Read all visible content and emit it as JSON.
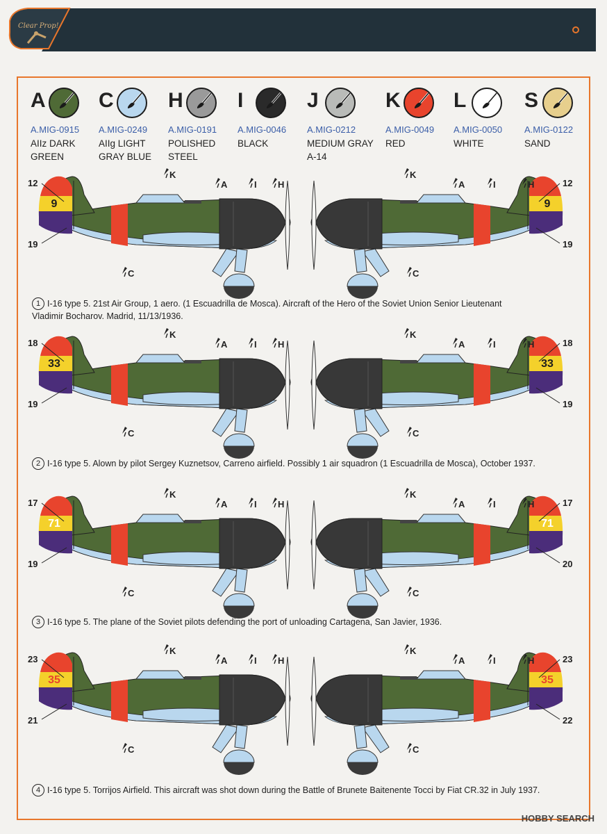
{
  "header": {
    "logo_text": "Clear Prop!"
  },
  "colors": {
    "frame": "#e8762b",
    "header_bg": "#22313a",
    "code_text": "#3b5ea8",
    "green": "#4f6a36",
    "light_blue": "#b9d7ee",
    "steel": "#9a9a9a",
    "black": "#2a2a2a",
    "gray": "#b9bbb8",
    "red": "#e8442d",
    "white": "#ffffff",
    "sand": "#e7cf8d",
    "yellow": "#f4d12b",
    "purple": "#4b2d7a"
  },
  "swatches": [
    {
      "letter": "A",
      "code": "A.MIG-0915",
      "name_line1": "AIIz DARK",
      "name_line2": "GREEN",
      "color": "#4f6a36"
    },
    {
      "letter": "C",
      "code": "A.MIG-0249",
      "name_line1": "AIIg LIGHT",
      "name_line2": "GRAY BLUE",
      "color": "#b9d7ee"
    },
    {
      "letter": "H",
      "code": "A.MIG-0191",
      "name_line1": "POLISHED",
      "name_line2": "STEEL",
      "color": "#9a9a9a"
    },
    {
      "letter": "I",
      "code": "A.MIG-0046",
      "name_line1": "BLACK",
      "name_line2": "",
      "color": "#2a2a2a"
    },
    {
      "letter": "J",
      "code": "A.MIG-0212",
      "name_line1": "MEDIUM GRAY",
      "name_line2": "A-14",
      "color": "#b9bbb8"
    },
    {
      "letter": "K",
      "code": "A.MIG-0049",
      "name_line1": "RED",
      "name_line2": "",
      "color": "#e8442d"
    },
    {
      "letter": "L",
      "code": "A.MIG-0050",
      "name_line1": "WHITE",
      "name_line2": "",
      "color": "#ffffff"
    },
    {
      "letter": "S",
      "code": "A.MIG-0122",
      "name_line1": "SAND",
      "name_line2": "",
      "color": "#e7cf8d"
    }
  ],
  "profiles": [
    {
      "num": "1",
      "tail_number": "9",
      "left_top": "12",
      "left_bottom": "19",
      "right_top": "12",
      "right_bottom": "19",
      "caption_line1": "I-16 type 5. 21st Air Group, 1 aero. (1 Escuadrilla de Mosca). Aircraft of the Hero of the Soviet Union Senior Lieutenant",
      "caption_line2": "Vladimir Bocharov. Madrid, 11/13/1936."
    },
    {
      "num": "2",
      "tail_number": "33",
      "left_top": "18",
      "left_bottom": "19",
      "right_top": "18",
      "right_bottom": "19",
      "caption_line1": "I-16 type 5. Alown by pilot Sergey Kuznetsov, Carreno airfield. Possibly 1 air squadron (1 Escuadrilla de Mosca), October 1937.",
      "caption_line2": ""
    },
    {
      "num": "3",
      "tail_number": "71",
      "left_top": "17",
      "left_bottom": "19",
      "right_top": "17",
      "right_bottom": "20",
      "caption_line1": "I-16 type 5. The plane of the Soviet pilots defending the port of unloading Cartagena, San Javier, 1936.",
      "caption_line2": ""
    },
    {
      "num": "4",
      "tail_number": "35",
      "left_top": "23",
      "left_bottom": "21",
      "right_top": "23",
      "right_bottom": "22",
      "caption_line1": "I-16 type 5. Torrijos Airfield. This aircraft was shot down during the Battle of Brunete Baitenente Tocci by Fiat CR.32 in July 1937.",
      "caption_line2": ""
    }
  ],
  "callouts": {
    "k": "K",
    "a": "A",
    "i": "I",
    "h": "H",
    "c": "C"
  },
  "watermark": "HOBBY SEARCH"
}
